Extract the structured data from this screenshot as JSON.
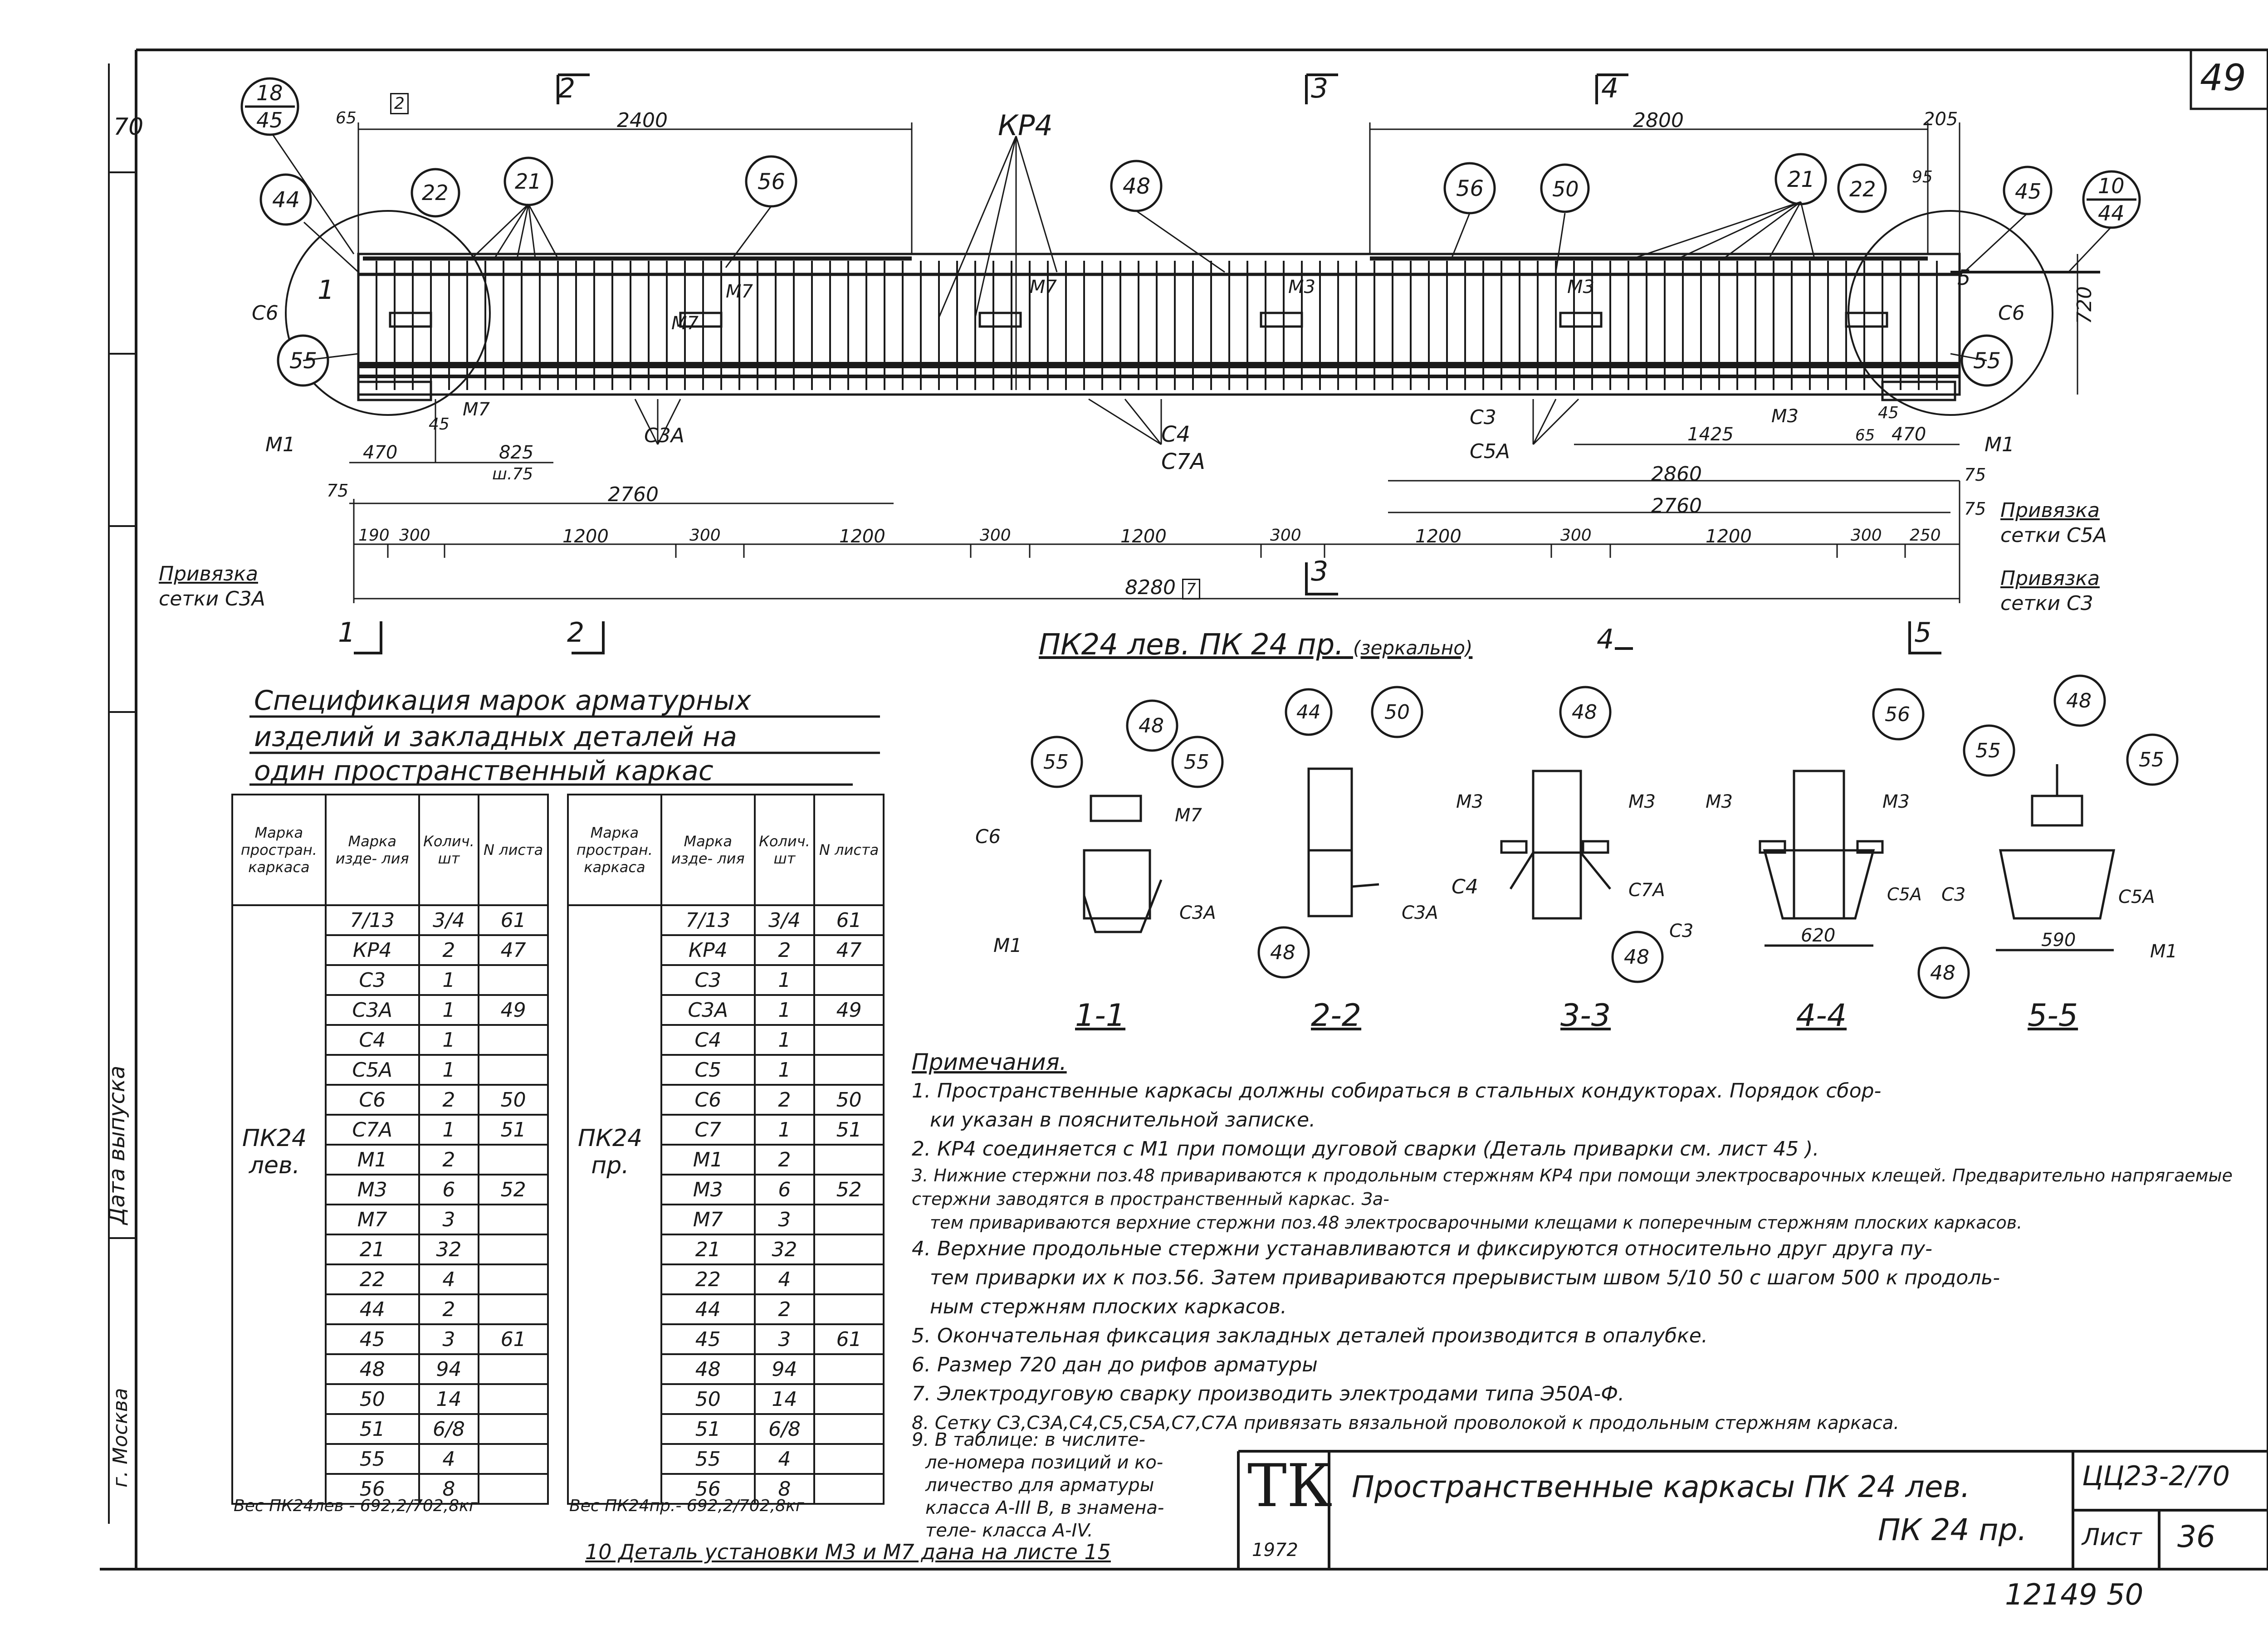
{
  "sheet_number": "49",
  "top_left_mark": "70",
  "leader_refs": {
    "r18_45": [
      "18",
      "45"
    ],
    "r10_44": [
      "10",
      "44"
    ],
    "r44": "44",
    "r22a": "22",
    "r21a": "21",
    "r56a": "56",
    "r48a": "48",
    "r56b": "56",
    "r50": "50",
    "r21b": "21",
    "r22b": "22",
    "r45": "45",
    "r55a": "55",
    "r55b": "55"
  },
  "marks": {
    "kp4": "КР4",
    "c6l": "С6",
    "c6r": "С6",
    "m7a": "М7",
    "m7b": "М7",
    "m7c": "М7",
    "m7d": "М7",
    "m3a": "М3",
    "m3b": "М3",
    "m3c": "М3",
    "m1l": "М1",
    "m1r": "М1",
    "c3a": "С3А",
    "c4": "С4",
    "c7a": "С7А",
    "c3": "С3",
    "c5a": "С5А",
    "one": "1",
    "five": "5",
    "box2": "2"
  },
  "section_cuts": {
    "c1": "1",
    "c2": "2",
    "c3": "3",
    "c4": "4",
    "c5": "5"
  },
  "dimensions": {
    "d65": "65",
    "d2400": "2400",
    "d2800": "2800",
    "d205": "205",
    "d95": "95",
    "d720": "720",
    "d470l": "470",
    "d45l": "45",
    "d825": "825",
    "d_sh75": "ш.75",
    "d1425": "1425",
    "d65r": "65",
    "d45r": "45",
    "d470r": "470",
    "d75a": "75",
    "d2760a": "2760",
    "d2860": "2860",
    "d75b": "75",
    "d75c": "75",
    "d2760b": "2760",
    "row": [
      "190",
      "300",
      "1200",
      "300",
      "1200",
      "300",
      "1200",
      "300",
      "1200",
      "300",
      "1200",
      "300",
      "250"
    ],
    "total": "8280",
    "total_box": "7"
  },
  "callouts": {
    "c5a_binding": [
      "Привязка",
      "сетки С5А"
    ],
    "c3_binding": [
      "Привязка",
      "сетки С3"
    ],
    "c3a_binding": [
      "Привязка",
      "сетки С3А"
    ]
  },
  "main_title": "ПК24 лев. ПК 24 пр.",
  "main_title_note": "(зеркально)",
  "spec_title": [
    "Спецификация марок арматурных",
    "изделий и закладных деталей на",
    "один пространственный каркас"
  ],
  "spec_headers": [
    "Марка простран. каркаса",
    "Марка изде- лия",
    "Колич. шт",
    "N листа"
  ],
  "spec_left": {
    "mark": "ПК24 лев.",
    "rows": [
      [
        "7/13",
        "3/4",
        "61"
      ],
      [
        "КР4",
        "2",
        "47"
      ],
      [
        "С3",
        "1",
        ""
      ],
      [
        "С3А",
        "1",
        "49"
      ],
      [
        "С4",
        "1",
        ""
      ],
      [
        "С5А",
        "1",
        ""
      ],
      [
        "С6",
        "2",
        "50"
      ],
      [
        "С7А",
        "1",
        "51"
      ],
      [
        "М1",
        "2",
        ""
      ],
      [
        "М3",
        "6",
        "52"
      ],
      [
        "М7",
        "3",
        ""
      ],
      [
        "21",
        "32",
        ""
      ],
      [
        "22",
        "4",
        ""
      ],
      [
        "44",
        "2",
        ""
      ],
      [
        "45",
        "3",
        "61"
      ],
      [
        "48",
        "94",
        ""
      ],
      [
        "50",
        "14",
        ""
      ],
      [
        "51",
        "6/8",
        ""
      ],
      [
        "55",
        "4",
        ""
      ],
      [
        "56",
        "8",
        ""
      ]
    ],
    "weight": "Вес ПК24лев - 692,2/702,8кг"
  },
  "spec_right": {
    "mark": "ПК24 пр.",
    "rows": [
      [
        "7/13",
        "3/4",
        "61"
      ],
      [
        "КР4",
        "2",
        "47"
      ],
      [
        "С3",
        "1",
        ""
      ],
      [
        "С3А",
        "1",
        "49"
      ],
      [
        "С4",
        "1",
        ""
      ],
      [
        "С5",
        "1",
        ""
      ],
      [
        "С6",
        "2",
        "50"
      ],
      [
        "С7",
        "1",
        "51"
      ],
      [
        "М1",
        "2",
        ""
      ],
      [
        "М3",
        "6",
        "52"
      ],
      [
        "М7",
        "3",
        ""
      ],
      [
        "21",
        "32",
        ""
      ],
      [
        "22",
        "4",
        ""
      ],
      [
        "44",
        "2",
        ""
      ],
      [
        "45",
        "3",
        "61"
      ],
      [
        "48",
        "94",
        ""
      ],
      [
        "50",
        "14",
        ""
      ],
      [
        "51",
        "6/8",
        ""
      ],
      [
        "55",
        "4",
        ""
      ],
      [
        "56",
        "8",
        ""
      ]
    ],
    "weight": "Вес ПК24пр.- 692,2/702,8кг"
  },
  "sections": {
    "s1": {
      "label": "1-1",
      "refs": [
        "48",
        "55",
        "55"
      ],
      "marks": [
        "С6",
        "М7",
        "С3А",
        "М1"
      ]
    },
    "s2": {
      "label": "2-2",
      "refs": [
        "44",
        "50",
        "48"
      ],
      "marks": [
        "С3А"
      ]
    },
    "s3": {
      "label": "3-3",
      "refs": [
        "48",
        "48"
      ],
      "marks": [
        "М3",
        "М3",
        "С4",
        "С7А"
      ]
    },
    "s4": {
      "label": "4-4",
      "refs": [
        "56",
        "48"
      ],
      "marks": [
        "М3",
        "М3",
        "С3",
        "С5А"
      ],
      "dim": "620"
    },
    "s5": {
      "label": "5-5",
      "refs": [
        "48",
        "55",
        "55"
      ],
      "marks": [
        "С3",
        "С5А",
        "М1"
      ],
      "dim": "590"
    }
  },
  "notes_title": "Примечания.",
  "notes": [
    "1. Пространственные каркасы должны собираться в стальных кондукторах. Порядок сбор-",
    "ки указан в пояснительной записке.",
    "2. КР4 соединяется с М1 при помощи дуговой сварки (Деталь приварки см. лист 45 ).",
    "3. Нижние стержни поз.48 привариваются к продольным стержням КР4 при помощи электросварочных клещей. Предварительно напрягаемые стержни заводятся в пространственный каркас. За-",
    "тем привариваются верхние стержни поз.48 электросварочными клещами к поперечным стержням плоских каркасов.",
    "4. Верхние продольные стержни устанавливаются и фиксируются относительно друг друга пу-",
    "тем приварки их к поз.56. Затем привариваются прерывистым швом 5/10 50 с шагом 500 к продоль-",
    "ным стержням плоских каркасов.",
    "5. Окончательная фиксация закладных деталей производится в опалубке.",
    "6. Размер 720 дан до рифов арматуры",
    "7. Электродуговую сварку производить электродами типа Э50А-Ф.",
    "8. Сетку С3,С3А,С4,С5,С5А,С7,С7А привязать вязальной проволокой к продольным стержням каркаса.",
    "9. В таблице: в числите-",
    "ле-номера позиций и ко-",
    "личество для арматуры",
    "класса А-III В, в знамена-",
    "теле- класса А-IV.",
    "10 Деталь установки М3 и М7 дана на листе 15"
  ],
  "title_block": {
    "logo": "ТК",
    "year": "1972",
    "title_line1": "Пространственные каркасы ПК 24 лев.",
    "title_line2": "ПК 24 пр.",
    "code": "ЦЦ23-2/70",
    "sheet_label": "Лист",
    "sheet_value": "36"
  },
  "side_labels": {
    "issue_date": "Дата выпуска",
    "city": "г. Москва"
  },
  "bottom_code": "12149 50"
}
